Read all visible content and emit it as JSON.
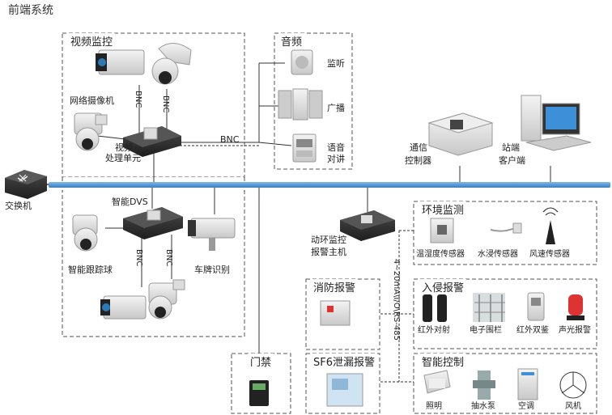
{
  "title": "前端系统",
  "groups": {
    "video": "视频监控",
    "audio": "音频",
    "env": "环境监测",
    "fire": "消防报警",
    "intrusion": "入侵报警",
    "access": "门禁",
    "sf6": "SF6泄漏报警",
    "smart": "智能控制"
  },
  "devices": {
    "switch": "交换机",
    "network_camera": "网络摄像机",
    "video_unit_line1": "视频",
    "video_unit_line2": "处理单元",
    "smart_dvs": "智能DVS",
    "tracking_ball": "智能跟踪球",
    "plate_recognition": "车牌识别",
    "monitor": "监听",
    "broadcast": "广播",
    "intercom_line1": "语音",
    "intercom_line2": "对讲",
    "comm_ctrl_line1": "通信",
    "comm_ctrl_line2": "控制器",
    "client_line1": "站端",
    "client_line2": "客户端",
    "env_host_line1": "动环监控",
    "env_host_line2": "报警主机",
    "temp_sensor": "温湿度传感器",
    "water_sensor": "水浸传感器",
    "wind_sensor": "风速传感器",
    "ir_beam": "红外对射",
    "electric_fence": "电子围栏",
    "ir_dual": "红外双鉴",
    "sound_light_alarm": "声光报警",
    "lighting": "照明",
    "pump": "抽水泵",
    "air_conditioner": "空调",
    "fan": "风机"
  },
  "links": {
    "bnc": "BNC",
    "rs485": "4~20mA\\I/O\\RS-485"
  },
  "colors": {
    "bus": "#4a90d0",
    "line": "#333333",
    "device_dark": "#2e2e2e",
    "box_dash": "#555555"
  }
}
